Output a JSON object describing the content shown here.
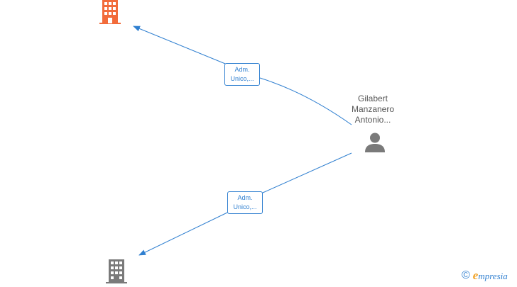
{
  "diagram": {
    "person": {
      "name_lines": [
        "Gilabert",
        "Manzanero",
        "Antonio..."
      ],
      "icon": "person-icon",
      "color": "#7a7a7a"
    },
    "companies": [
      {
        "icon": "building-icon",
        "color": "#f26b3a"
      },
      {
        "icon": "building-icon",
        "color": "#7a7a7a"
      }
    ],
    "edges": [
      {
        "label_lines": [
          "Adm.",
          "Unico,..."
        ],
        "color": "#2f7fd0"
      },
      {
        "label_lines": [
          "Adm.",
          "Unico,..."
        ],
        "color": "#2f7fd0"
      }
    ]
  },
  "footer": {
    "brand_mark": "©",
    "brand_initial": "e",
    "brand_rest": "mpresia"
  }
}
